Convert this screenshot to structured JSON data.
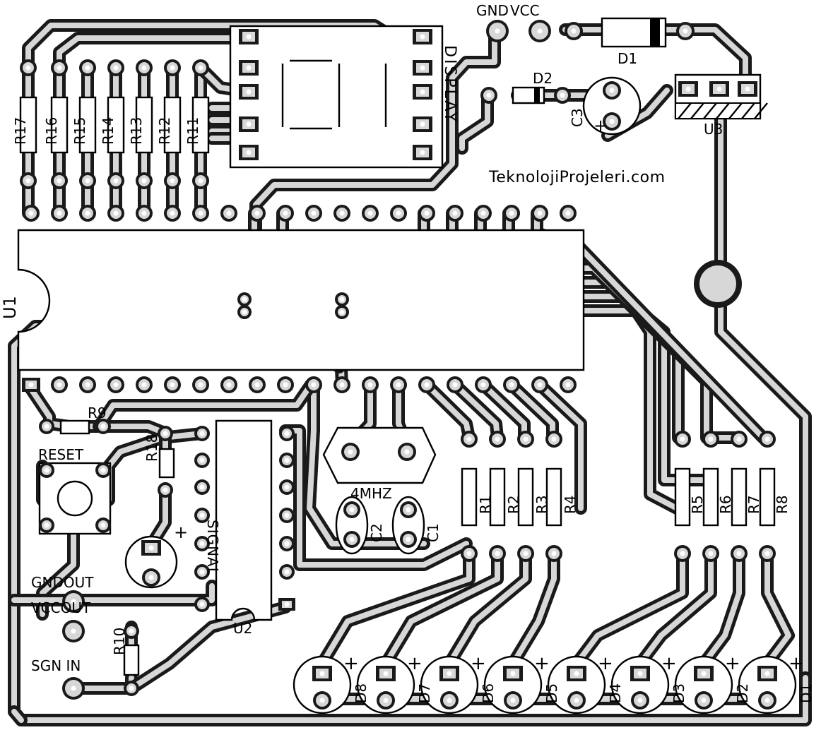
{
  "brand": "TeknolojiProjeleri.com",
  "components": {
    "mcu": "U1",
    "regulator": "U3",
    "chip2": "U2",
    "display": "DISPLAY",
    "crystal": "4MHZ",
    "cap1": "C1",
    "cap2": "C2",
    "cap3": "C3",
    "diode1": "D1",
    "diode2": "D2",
    "reset": "RESET",
    "signal": "SIGNAL",
    "r_top": [
      "R17",
      "R16",
      "R15",
      "R14",
      "R13",
      "R12",
      "R11"
    ],
    "r_mid": [
      "R1",
      "R2",
      "R3",
      "R4"
    ],
    "r_right": [
      "R5",
      "R6",
      "R7",
      "R8"
    ],
    "r9": "R9",
    "r10": "R10",
    "r18": "R18",
    "leds": [
      "D8",
      "D7",
      "D6",
      "D5",
      "D4",
      "D3",
      "D2",
      "D1"
    ]
  },
  "connectors": {
    "gnd": "GND",
    "vcc": "VCC",
    "gndout": "GNDOUT",
    "vccout": "VCCOUT",
    "sgn_in": "SGN IN"
  },
  "polarity_mark": "+"
}
